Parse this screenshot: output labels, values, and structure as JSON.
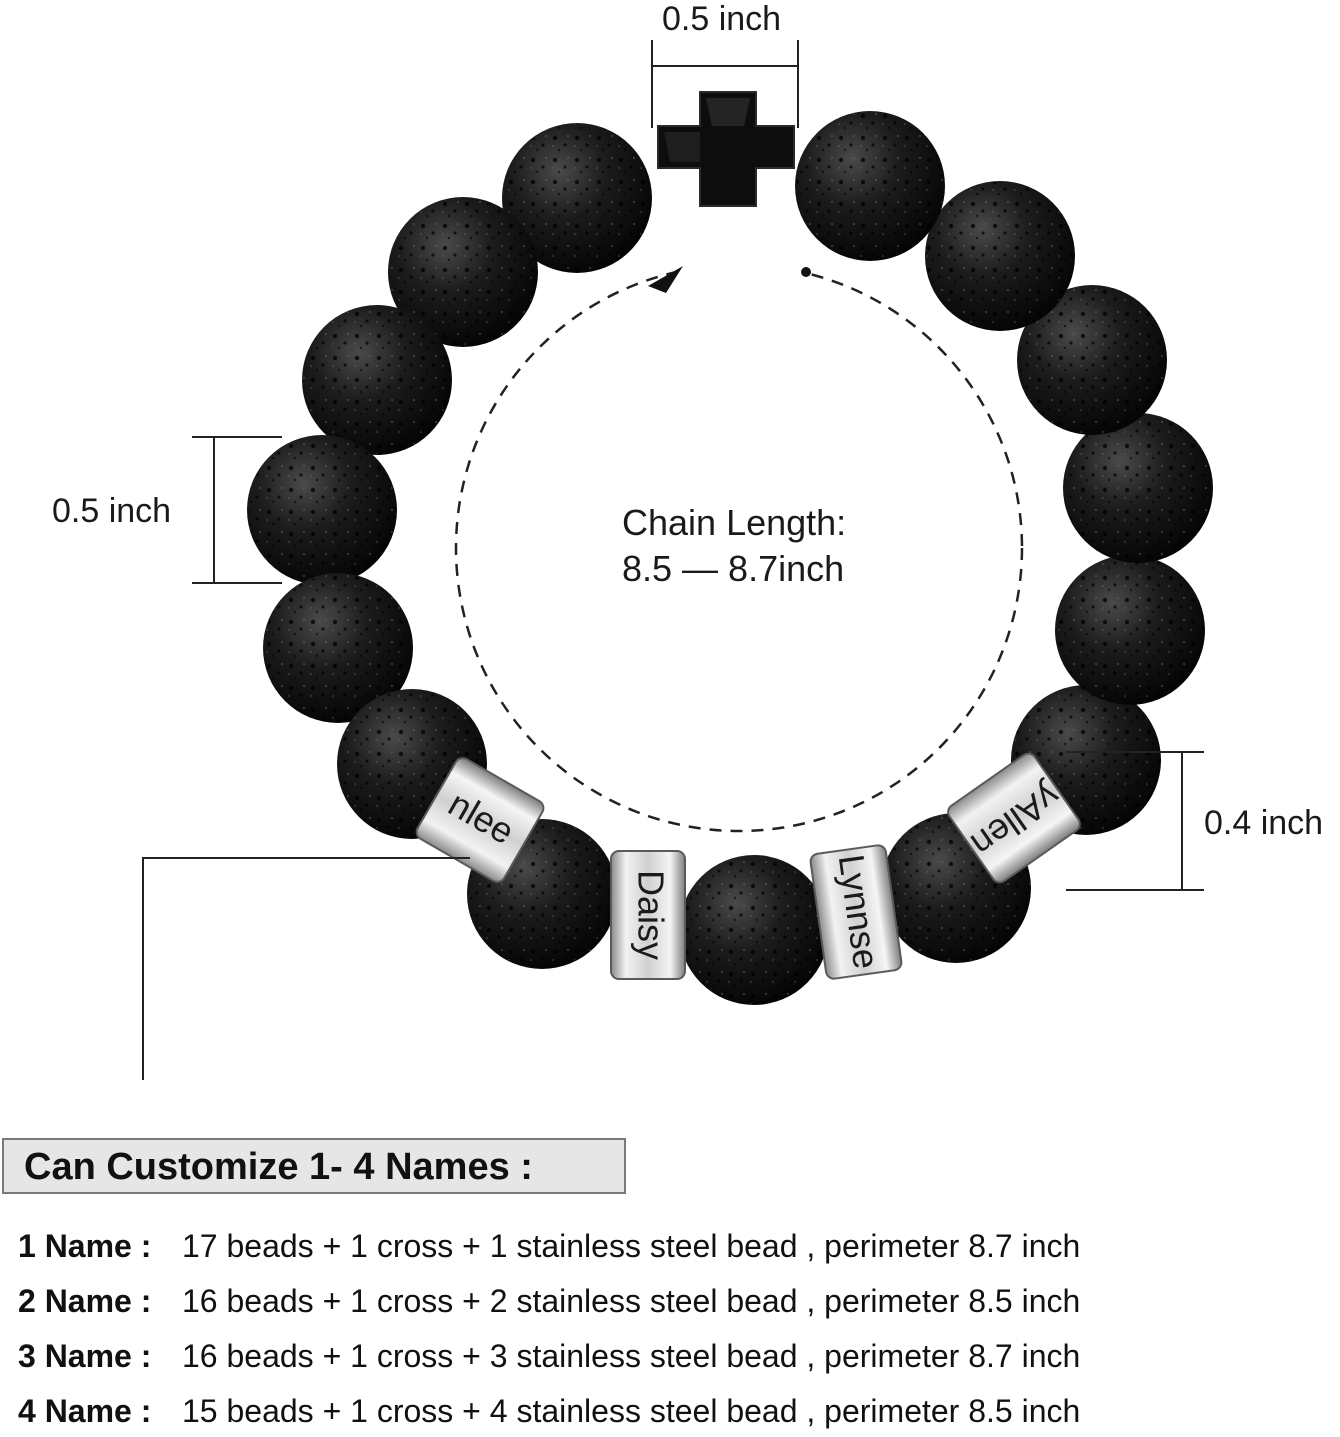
{
  "dimensions": {
    "cross_width": "0.5 inch",
    "bead_diameter": "0.5 inch",
    "steel_bead_height": "0.4 inch"
  },
  "chain": {
    "line1": "Chain Length:",
    "line2": "8.5 — 8.7inch"
  },
  "engraved_names": [
    "nlee",
    "Daisy",
    "Lynnse",
    "yAllen"
  ],
  "banner": {
    "title": "Can Customize 1- 4 Names :"
  },
  "specs": [
    {
      "name": "1 Name :",
      "desc": "17 beads + 1 cross + 1 stainless steel bead , perimeter 8.7 inch"
    },
    {
      "name": "2 Name :",
      "desc": "16 beads + 1 cross + 2 stainless steel bead , perimeter 8.5 inch"
    },
    {
      "name": "3 Name :",
      "desc": "16 beads + 1 cross + 3 stainless steel bead , perimeter 8.7 inch"
    },
    {
      "name": "4 Name :",
      "desc": "15 beads + 1 cross + 4 stainless steel bead , perimeter 8.5 inch"
    }
  ],
  "colors": {
    "bead": "#141414",
    "steel": "#c9c9c9",
    "cross": "#0d0d0d",
    "banner_bg": "#e6e6e6"
  }
}
